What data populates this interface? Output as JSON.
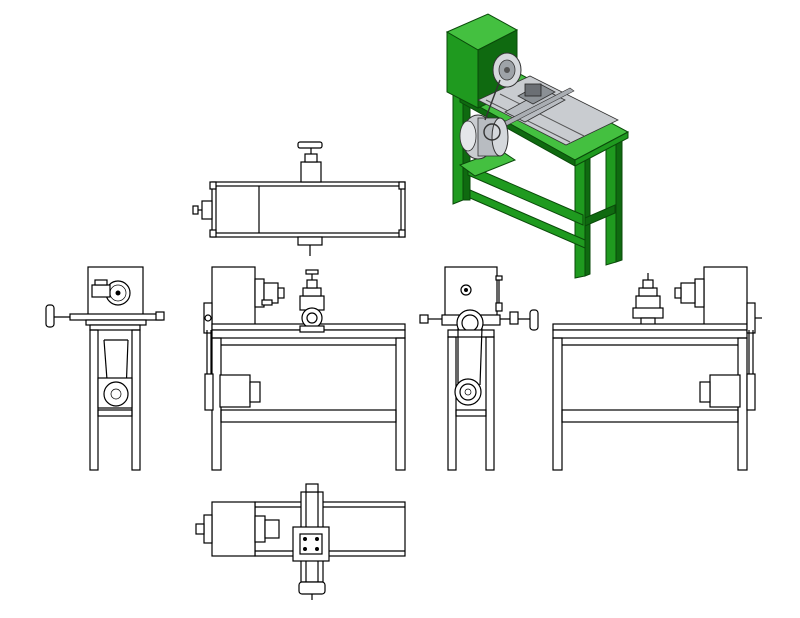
{
  "drawing": {
    "subject": "lathe-on-stand",
    "colors": {
      "frame_green": "#1f9a1f",
      "frame_green_dark": "#0f6a10",
      "frame_green_light": "#44c040",
      "metal_grey": "#c9ccd0",
      "metal_dark": "#6b6f74",
      "line": "#000000",
      "background": "#ffffff"
    },
    "views": [
      "isometric-view",
      "top-view",
      "left-side-view",
      "front-view",
      "right-side-view",
      "rear-view",
      "bottom-view"
    ]
  }
}
